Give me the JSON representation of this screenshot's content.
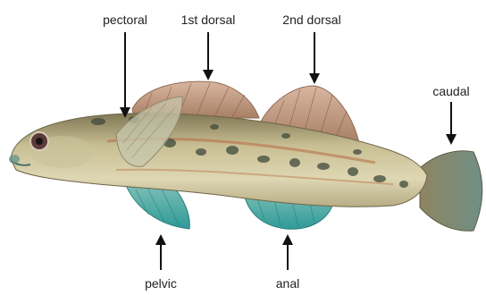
{
  "labels": {
    "pectoral": "pectoral",
    "first_dorsal": "1st dorsal",
    "second_dorsal": "2nd dorsal",
    "caudal": "caudal",
    "pelvic": "pelvic",
    "anal": "anal"
  },
  "colors": {
    "body_light": "#d9d2a8",
    "body_shadow": "#9a8e63",
    "spots": "#3f4a3a",
    "stripe": "#b8714a",
    "fin_teal": "#3fa6a0",
    "dorsal_fin": "#c99a7c",
    "arrow": "#111111"
  }
}
